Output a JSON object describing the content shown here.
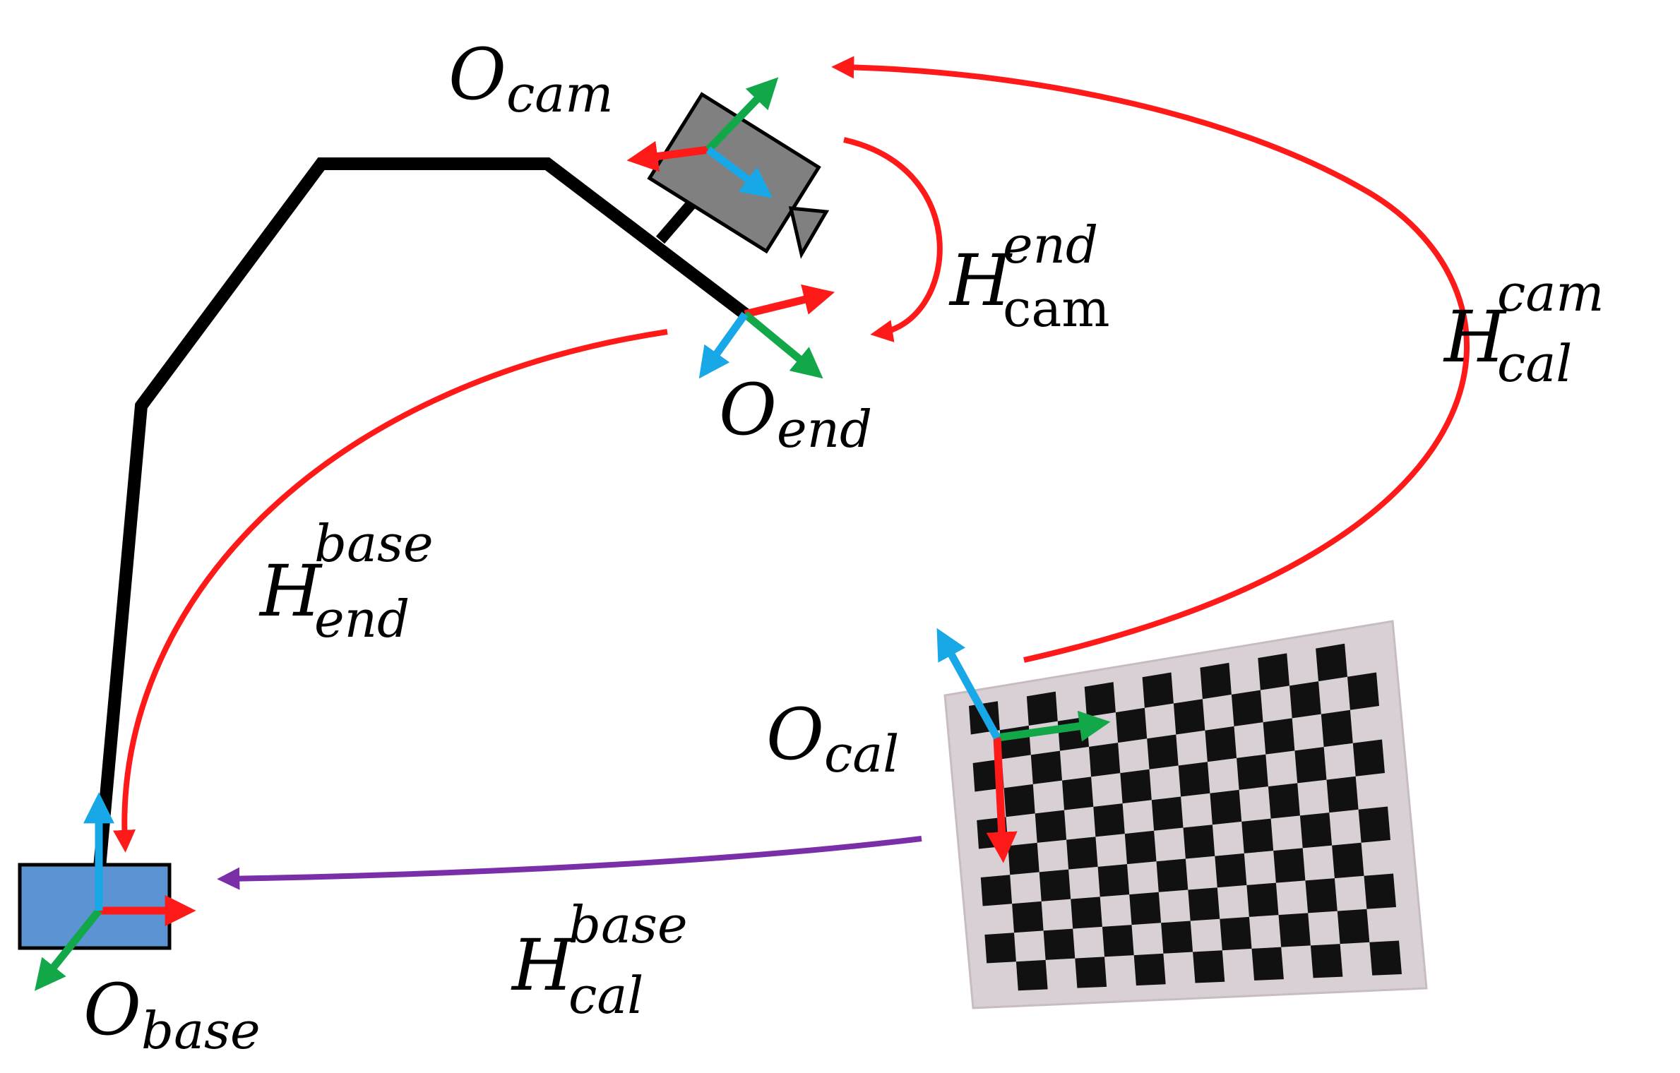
{
  "colors": {
    "x_axis": "#ff1a1a",
    "y_axis": "#12a84a",
    "z_axis": "#18a8e8",
    "transform_arrow": "#ff1a1a",
    "target_arrow": "#7a2fa8",
    "robot_arm": "#000000",
    "base_fill": "#5b93d3",
    "camera_fill": "#808080",
    "board_fill": "#d8d0d4",
    "checker": "#111111"
  },
  "icons": {
    "camera": "camera-icon",
    "robot_base": "robot-base-icon",
    "calibration_board": "checkerboard-icon"
  },
  "frames": {
    "cam": {
      "main": "O",
      "sub": "cam"
    },
    "end": {
      "main": "O",
      "sub": "end"
    },
    "base": {
      "main": "O",
      "sub": "base"
    },
    "cal": {
      "main": "O",
      "sub": "cal"
    }
  },
  "transforms": {
    "end_cam": {
      "main": "H",
      "sup": "end",
      "sub": "cam"
    },
    "cam_cal": {
      "main": "H",
      "sup": "cam",
      "sub": "cal"
    },
    "base_end": {
      "main": "H",
      "sup": "base",
      "sub": "end"
    },
    "base_cal": {
      "main": "H",
      "sup": "base",
      "sub": "cal"
    }
  },
  "checkerboard": {
    "rows": 10,
    "cols": 14
  }
}
